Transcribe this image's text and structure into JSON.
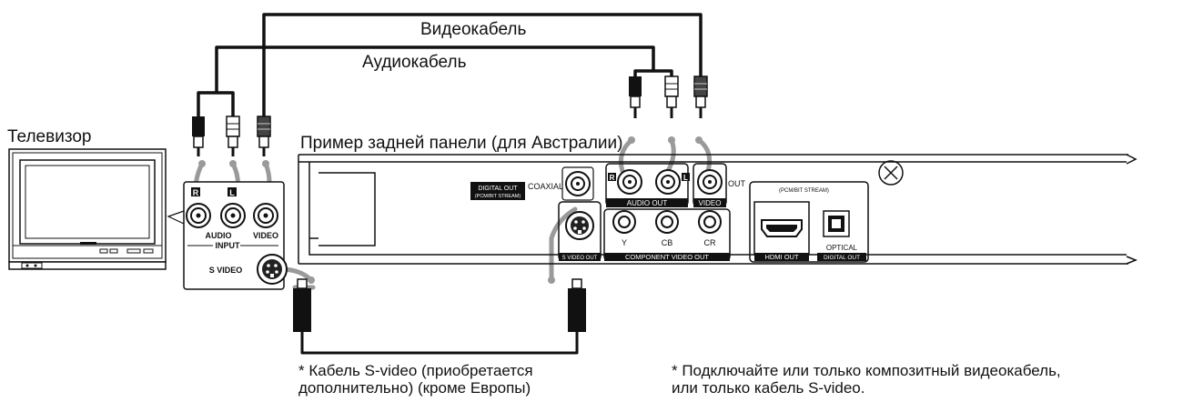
{
  "labels": {
    "video_cable": "Видеокабель",
    "audio_cable": "Аудиокабель",
    "tv": "Телевизор",
    "rear_panel": "Пример задней панели (для Австралии)",
    "svideo_note_line1": "* Кабель S-video (приобретается",
    "svideo_note_line2": "дополнительно) (кроме Европы)",
    "connect_note_line1": "* Подключайте или только композитный видеокабель,",
    "connect_note_line2": "или только кабель S-video."
  },
  "tv_panel": {
    "r": "R",
    "l": "L",
    "audio": "AUDIO",
    "video": "VIDEO",
    "input": "INPUT",
    "s_video": "S VIDEO"
  },
  "player_panel": {
    "digital_out": "DIGITAL OUT",
    "pcm_bitstream": "(PCM/BIT STREAM)",
    "coaxial": "COAXIAL",
    "r": "R",
    "l": "L",
    "audio_out": "AUDIO OUT",
    "video": "VIDEO",
    "out": "OUT",
    "pcm_bitstream2": "(PCM/BIT STREAM)",
    "y": "Y",
    "cb": "CB",
    "cr": "CR",
    "s_video_out": "S VIDEO OUT",
    "component_video_out": "COMPONENT VIDEO OUT",
    "hdmi_out": "HDMI OUT",
    "optical": "OPTICAL",
    "digital_out2": "DIGITAL OUT"
  }
}
